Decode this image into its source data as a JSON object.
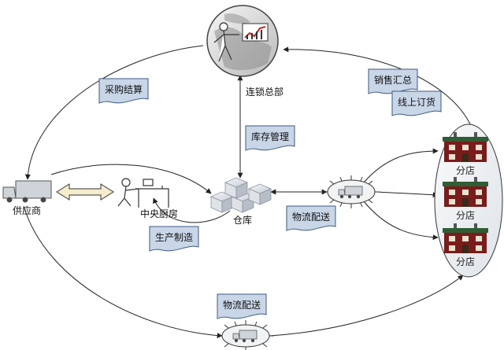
{
  "nodes": {
    "headquarters": "连锁总部",
    "supplier": "供应商",
    "central_kitchen": "中央厨房",
    "warehouse": "仓库",
    "stores": [
      "分店",
      "分店",
      "分店"
    ]
  },
  "flow_tags": {
    "purchase_settlement": "采购结算",
    "sales_summary": "销售汇总",
    "online_order": "线上订货",
    "inventory_management": "库存管理",
    "logistics_delivery_mid": "物流配送",
    "production_manufacturing": "生产制造",
    "logistics_delivery_bottom": "物流配送"
  },
  "colors": {
    "tag_fill": "#c9d6e8",
    "tag_border": "#3d5a80",
    "store_wall": "#7a1c1c",
    "store_roof": "#2f5d35",
    "line": "#222222"
  }
}
